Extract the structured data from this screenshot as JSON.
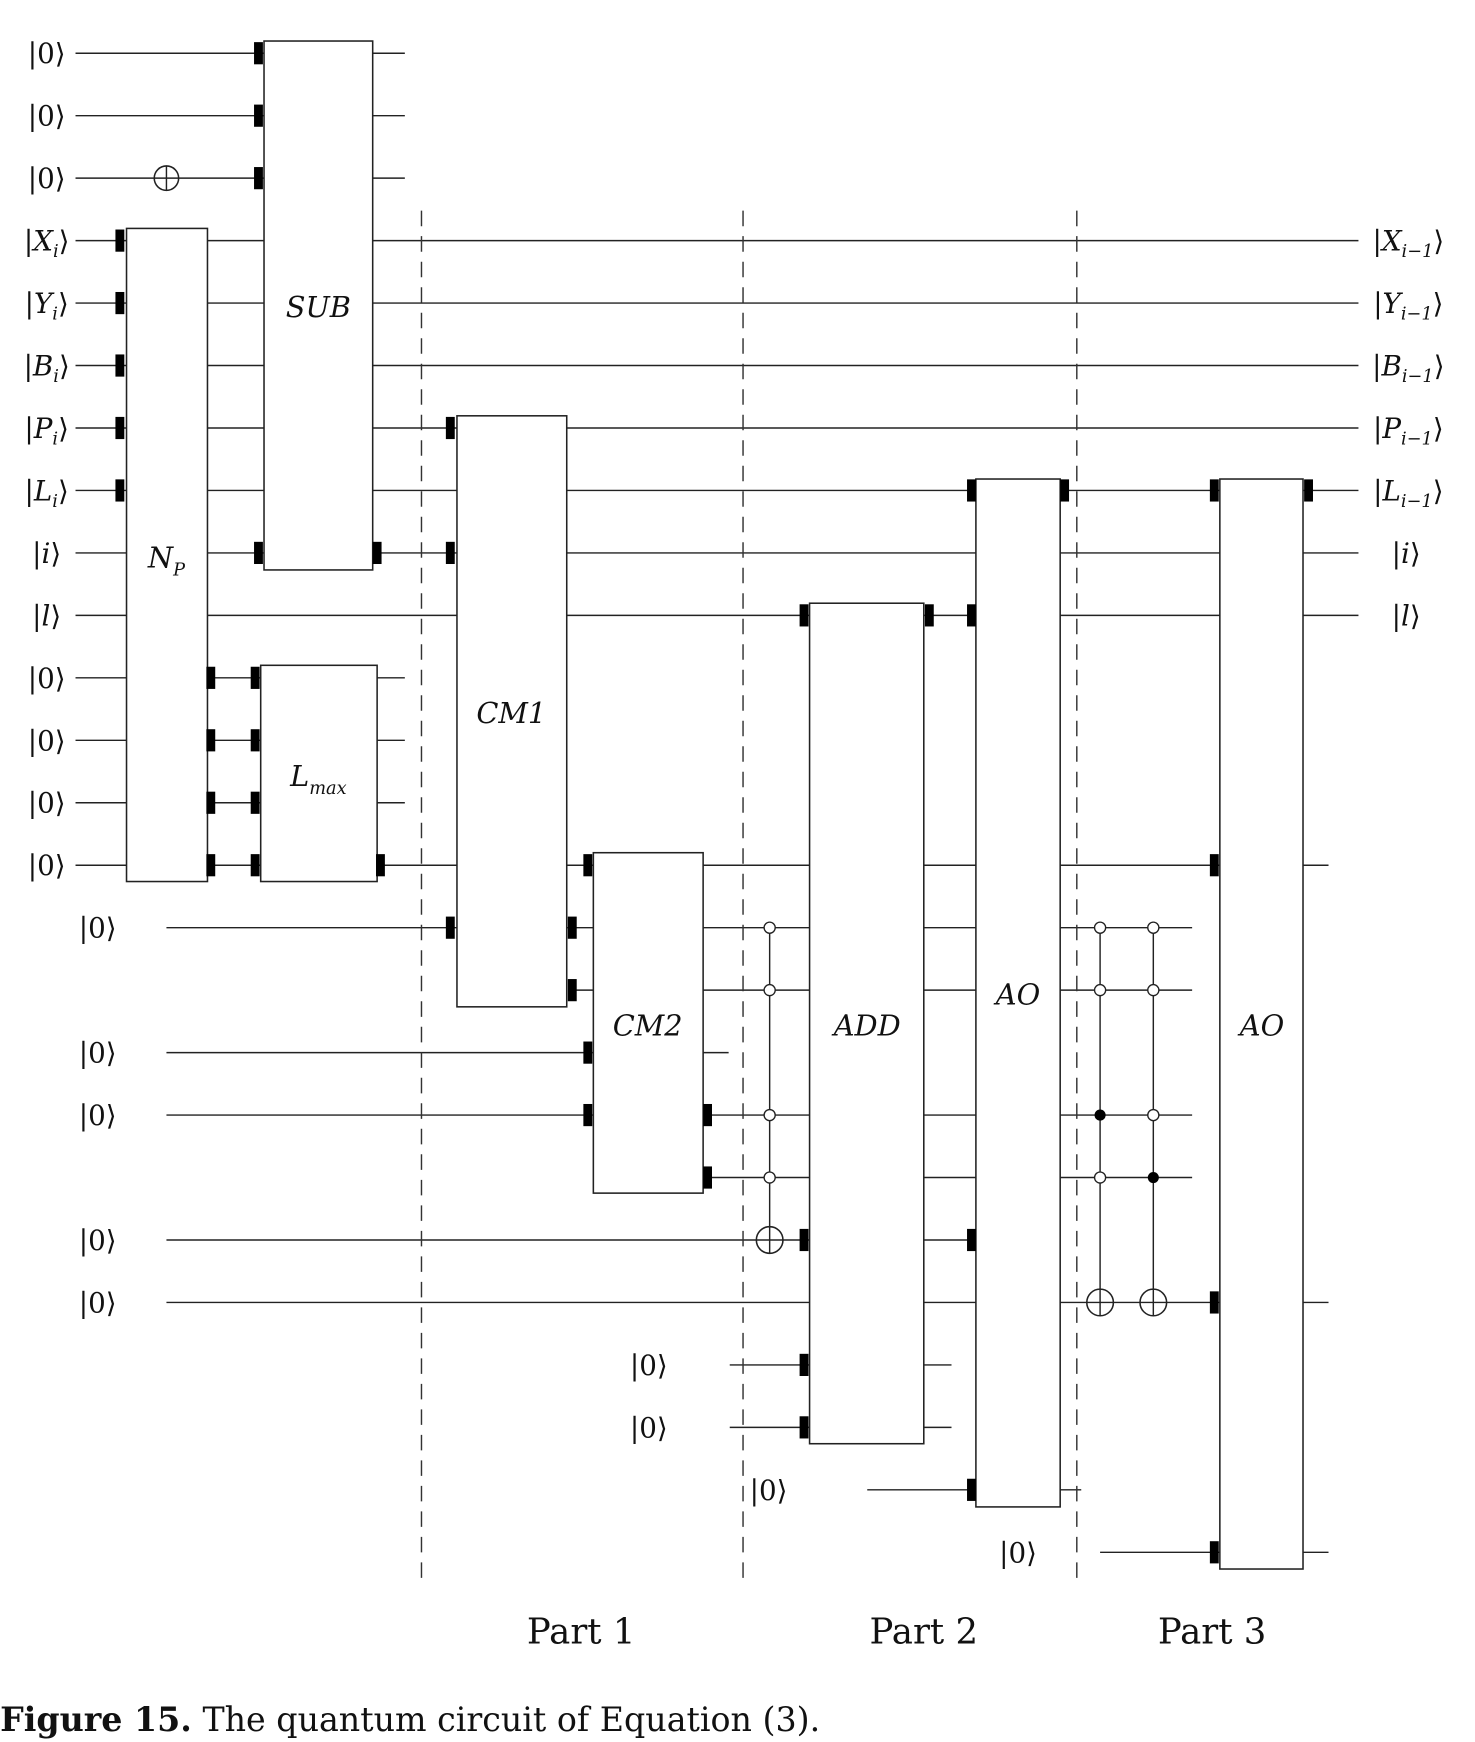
{
  "figure": {
    "caption_label": "Figure 15.",
    "caption_text": " The quantum circuit of Equation (3)."
  },
  "inputs": [
    {
      "row": 0,
      "ket": "0",
      "sub": ""
    },
    {
      "row": 1,
      "ket": "0",
      "sub": ""
    },
    {
      "row": 2,
      "ket": "0",
      "sub": ""
    },
    {
      "row": 3,
      "ket": "X",
      "sub": "i"
    },
    {
      "row": 4,
      "ket": "Y",
      "sub": "i"
    },
    {
      "row": 5,
      "ket": "B",
      "sub": "i"
    },
    {
      "row": 6,
      "ket": "P",
      "sub": "i"
    },
    {
      "row": 7,
      "ket": "L",
      "sub": "i"
    },
    {
      "row": 8,
      "ket": "i",
      "sub": ""
    },
    {
      "row": 9,
      "ket": "l",
      "sub": ""
    },
    {
      "row": 10,
      "ket": "0",
      "sub": ""
    },
    {
      "row": 11,
      "ket": "0",
      "sub": ""
    },
    {
      "row": 12,
      "ket": "0",
      "sub": ""
    },
    {
      "row": 13,
      "ket": "0",
      "sub": ""
    },
    {
      "row": 14,
      "ket": "0",
      "sub": "",
      "col": "ancilla"
    },
    {
      "row": 16,
      "ket": "0",
      "sub": "",
      "col": "ancilla"
    },
    {
      "row": 17,
      "ket": "0",
      "sub": "",
      "col": "ancilla"
    },
    {
      "row": 19,
      "ket": "0",
      "sub": "",
      "col": "ancilla"
    },
    {
      "row": 20,
      "ket": "0",
      "sub": "",
      "col": "ancilla"
    },
    {
      "row": 21,
      "ket": "0",
      "sub": "",
      "col": "part2"
    },
    {
      "row": 22,
      "ket": "0",
      "sub": "",
      "col": "part2"
    },
    {
      "row": 23,
      "ket": "0",
      "sub": "",
      "col": "part2b"
    },
    {
      "row": 24,
      "ket": "0",
      "sub": "",
      "col": "part3"
    }
  ],
  "outputs": [
    {
      "row": 3,
      "ket": "X",
      "sub": "i−1"
    },
    {
      "row": 4,
      "ket": "Y",
      "sub": "i−1"
    },
    {
      "row": 5,
      "ket": "B",
      "sub": "i−1"
    },
    {
      "row": 6,
      "ket": "P",
      "sub": "i−1"
    },
    {
      "row": 7,
      "ket": "L",
      "sub": "i−1"
    },
    {
      "row": 8,
      "ket": "i",
      "sub": ""
    },
    {
      "row": 9,
      "ket": "l",
      "sub": ""
    }
  ],
  "gates": [
    {
      "id": "np",
      "label": "N",
      "sub": "P",
      "rows": [
        3,
        13
      ]
    },
    {
      "id": "sub",
      "label": "SUB",
      "sub": "",
      "rows": [
        0,
        8
      ]
    },
    {
      "id": "lmax",
      "label": "L",
      "sub": "max",
      "rows": [
        10,
        13
      ]
    },
    {
      "id": "cm1",
      "label": "CM1",
      "sub": "",
      "rows": [
        6,
        15
      ]
    },
    {
      "id": "cm2",
      "label": "CM2",
      "sub": "",
      "rows": [
        13,
        18
      ]
    },
    {
      "id": "add",
      "label": "ADD",
      "sub": "",
      "rows": [
        9,
        22
      ]
    },
    {
      "id": "ao1",
      "label": "AO",
      "sub": "",
      "rows": [
        7,
        23
      ]
    },
    {
      "id": "ao2",
      "label": "AO",
      "sub": "",
      "rows": [
        7,
        24
      ]
    }
  ],
  "controlled_nots": [
    {
      "open": [
        14,
        15,
        17,
        18
      ],
      "filled": [],
      "target": 19
    },
    {
      "open": [
        14,
        15,
        18
      ],
      "filled": [
        17
      ],
      "target": 20
    },
    {
      "open": [
        14,
        15,
        17
      ],
      "filled": [
        18
      ],
      "target": 20
    }
  ],
  "single_not": {
    "row": 2
  },
  "parts": [
    "Part 1",
    "Part 2",
    "Part 3"
  ]
}
